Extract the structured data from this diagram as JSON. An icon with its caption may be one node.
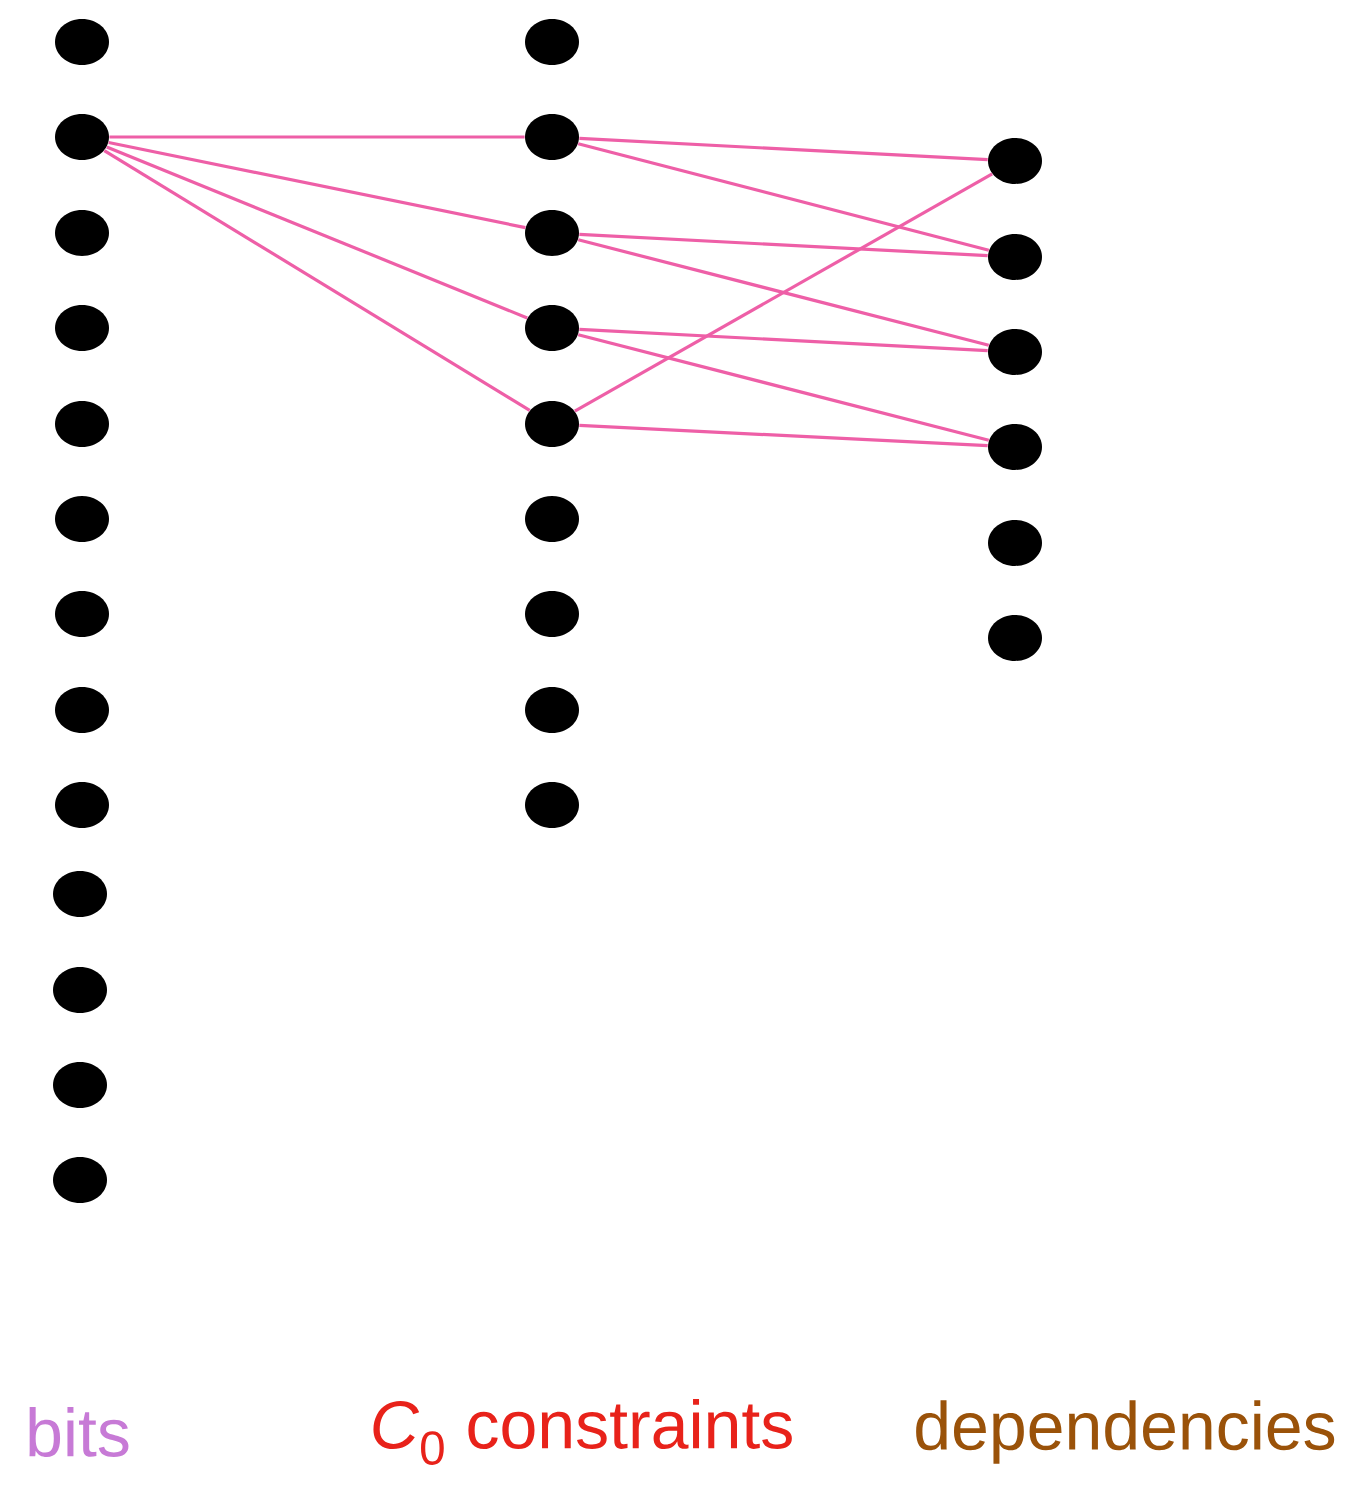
{
  "diagram": {
    "nodes": [
      {
        "text": [],
        "shape": "circle"
      },
      {
        "text": [],
        "shape": "circle"
      },
      {
        "text": [],
        "shape": "circle"
      },
      {
        "text": [],
        "shape": "circle"
      },
      {
        "text": [],
        "shape": "circle"
      },
      {
        "text": [],
        "shape": "circle"
      },
      {
        "text": [],
        "shape": "circle"
      },
      {
        "text": [],
        "shape": "circle"
      },
      {
        "text": [],
        "shape": "circle"
      },
      {
        "text": [],
        "shape": "circle"
      },
      {
        "text": [],
        "shape": "circle"
      },
      {
        "text": [],
        "shape": "circle"
      },
      {
        "text": [],
        "shape": "circle"
      },
      {
        "text": [],
        "shape": "circle"
      },
      {
        "text": [],
        "shape": "circle"
      },
      {
        "text": [],
        "shape": "circle"
      },
      {
        "text": [],
        "shape": "circle"
      },
      {
        "text": [],
        "shape": "circle"
      },
      {
        "text": [],
        "shape": "circle"
      },
      {
        "text": [],
        "shape": "circle"
      },
      {
        "text": [],
        "shape": "circle"
      },
      {
        "text": [],
        "shape": "circle"
      },
      {
        "text": [],
        "shape": "circle"
      },
      {
        "text": [],
        "shape": "circle"
      },
      {
        "text": [],
        "shape": "circle"
      },
      {
        "text": [],
        "shape": "circle"
      },
      {
        "text": [],
        "shape": "circle"
      },
      {
        "text": [],
        "shape": "circle"
      }
    ],
    "edges": [
      {
        "from": 1,
        "to": 14,
        "arrow": "none"
      },
      {
        "from": 1,
        "to": 15,
        "arrow": "none"
      },
      {
        "from": 1,
        "to": 16,
        "arrow": "none"
      },
      {
        "from": 1,
        "to": 17,
        "arrow": "none"
      },
      {
        "from": 14,
        "to": 22,
        "arrow": "none"
      },
      {
        "from": 14,
        "to": 23,
        "arrow": "none"
      },
      {
        "from": 15,
        "to": 23,
        "arrow": "none"
      },
      {
        "from": 15,
        "to": 24,
        "arrow": "none"
      },
      {
        "from": 16,
        "to": 24,
        "arrow": "none"
      },
      {
        "from": 16,
        "to": 25,
        "arrow": "none"
      },
      {
        "from": 17,
        "to": 22,
        "arrow": "none"
      },
      {
        "from": 17,
        "to": 25,
        "arrow": "none"
      }
    ],
    "labels": [
      "bits",
      "*C*$_{0}$ constraints",
      "dependencies"
    ]
  }
}
